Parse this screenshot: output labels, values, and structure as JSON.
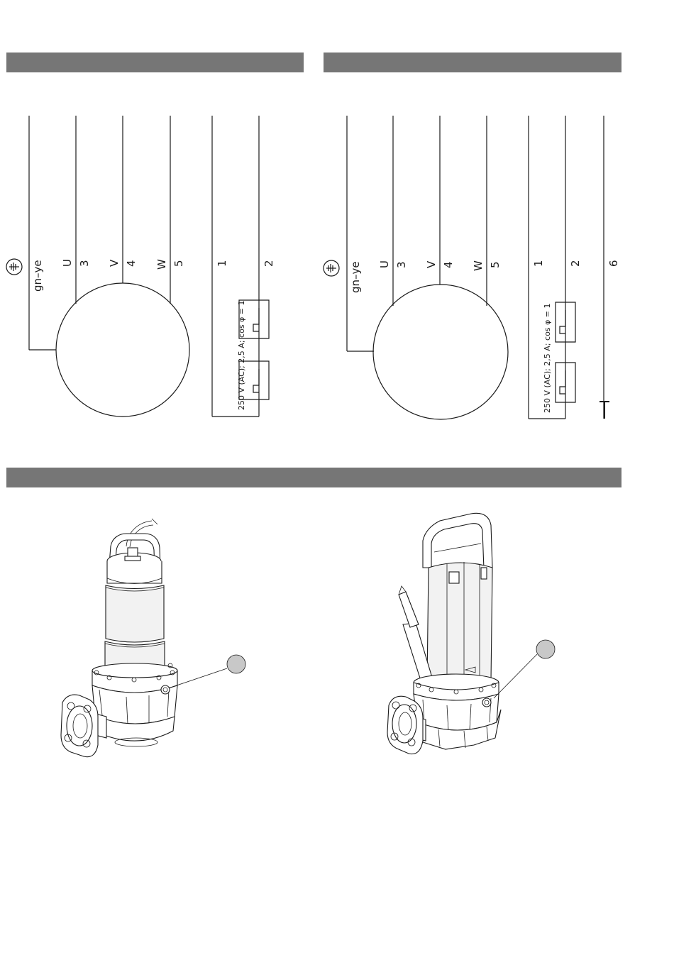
{
  "diagram_left": {
    "earth_label": "gn–ye",
    "phase_letters": [
      "U",
      "V",
      "W"
    ],
    "phase_numbers": [
      "3",
      "4",
      "5"
    ],
    "contact_numbers": [
      "1",
      "2"
    ],
    "contact_rating": "250 V (AC); 2,5 A; cos φ = 1"
  },
  "diagram_right": {
    "earth_label": "gn–ye",
    "phase_letters": [
      "U",
      "V",
      "W"
    ],
    "phase_numbers": [
      "3",
      "4",
      "5"
    ],
    "contact_numbers": [
      "1",
      "2"
    ],
    "extra_number": "6",
    "contact_rating": "250 V (AC); 2,5 A; cos φ = 1"
  },
  "colors": {
    "section_bar": "#767676",
    "callout_marker": "#c8c8c8"
  }
}
